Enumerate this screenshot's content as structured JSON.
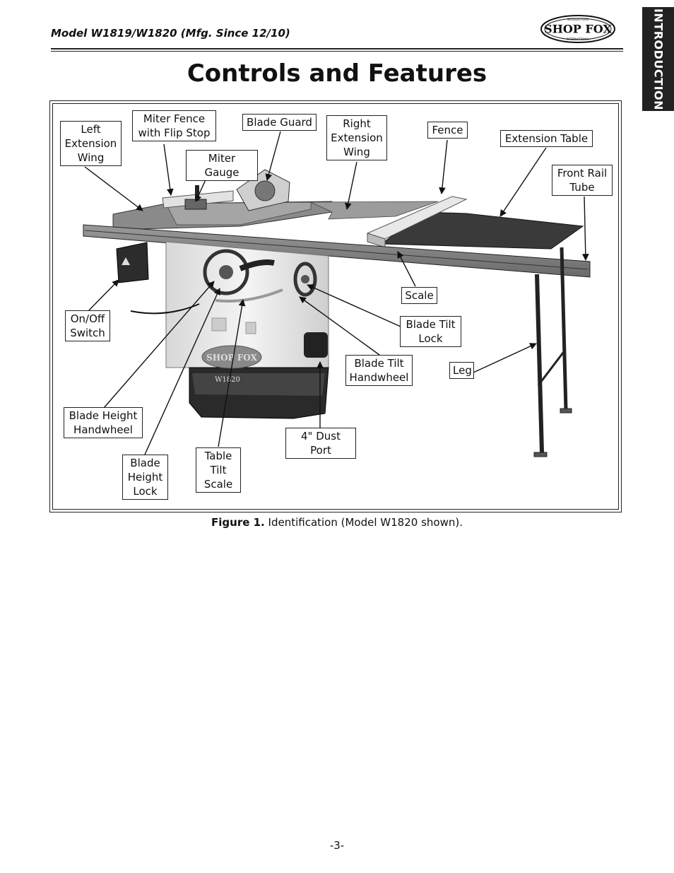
{
  "header": {
    "model_line": "Model W1819/W1820 (Mfg. Since 12/10)",
    "logo_text": "SHOP FOX",
    "logo_small_top": "WOODSTOCK",
    "logo_small_bottom": "INTERNATIONAL",
    "section_tab": "INTRODUCTION"
  },
  "page_title": "Controls and Features",
  "figure": {
    "callouts": [
      {
        "id": "left-extension-wing",
        "text": "Left\nExtension\nWing"
      },
      {
        "id": "miter-fence-flip-stop",
        "text": "Miter Fence\nwith Flip Stop"
      },
      {
        "id": "blade-guard",
        "text": "Blade Guard"
      },
      {
        "id": "miter-gauge",
        "text": "Miter Gauge"
      },
      {
        "id": "right-extension-wing",
        "text": "Right\nExtension\nWing"
      },
      {
        "id": "fence",
        "text": "Fence"
      },
      {
        "id": "extension-table",
        "text": "Extension Table"
      },
      {
        "id": "front-rail-tube",
        "text": "Front Rail\nTube"
      },
      {
        "id": "on-off-switch",
        "text": "On/Off\nSwitch"
      },
      {
        "id": "scale",
        "text": "Scale"
      },
      {
        "id": "blade-tilt-lock",
        "text": "Blade Tilt\nLock"
      },
      {
        "id": "blade-tilt-handwheel",
        "text": "Blade Tilt\nHandwheel"
      },
      {
        "id": "leg",
        "text": "Leg"
      },
      {
        "id": "blade-height-handwheel",
        "text": "Blade Height\nHandwheel"
      },
      {
        "id": "dust-port",
        "text": "4\" Dust Port"
      },
      {
        "id": "blade-height-lock",
        "text": "Blade\nHeight\nLock"
      },
      {
        "id": "table-tilt-scale",
        "text": "Table\nTilt\nScale"
      }
    ],
    "cabinet_brand": "SHOP FOX",
    "cabinet_model": "W1820",
    "caption_label": "Figure 1.",
    "caption_text": " Identification (Model W1820 shown)."
  },
  "page_number": "-3-"
}
